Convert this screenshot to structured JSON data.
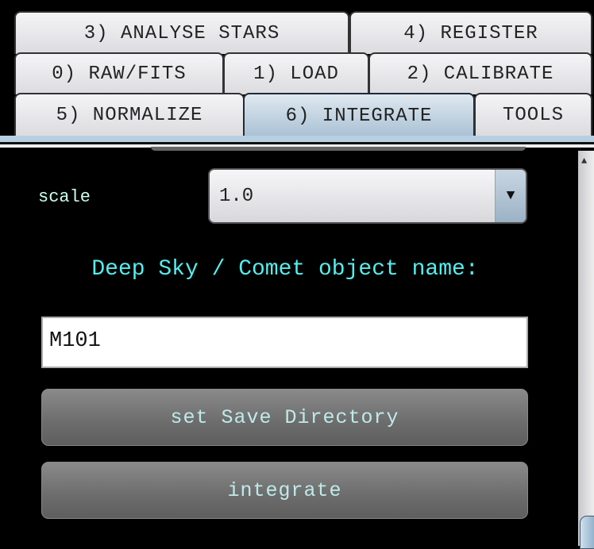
{
  "tabs": [
    {
      "label": "3) ANALYSE STARS"
    },
    {
      "label": "4) REGISTER"
    },
    {
      "label": "0) RAW/FITS"
    },
    {
      "label": "1) LOAD"
    },
    {
      "label": "2) CALIBRATE"
    },
    {
      "label": "5) NORMALIZE"
    },
    {
      "label": "6) INTEGRATE",
      "selected": true
    },
    {
      "label": "TOOLS"
    }
  ],
  "scale": {
    "label": "scale",
    "value": "1.0"
  },
  "object": {
    "heading": "Deep Sky / Comet object name:",
    "value": "M101"
  },
  "buttons": {
    "save_dir": "set Save Directory",
    "integrate": "integrate"
  }
}
